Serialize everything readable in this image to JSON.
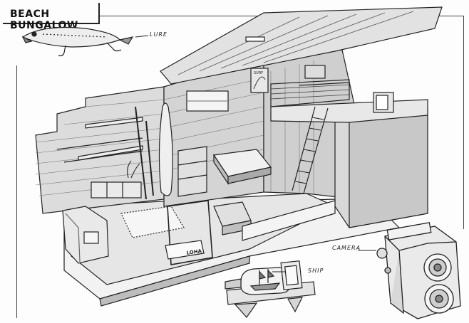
{
  "title": "BEACH BUNGALOW",
  "labels": {
    "lure": "LURE",
    "camera": "CAMERA",
    "ship": "SHIP"
  },
  "doormat_text": "LOHA",
  "poster_text": "SURF",
  "colors": {
    "ink": "#222222",
    "floor": "#e6e6e6",
    "wall": "#d4d4d4",
    "shadow": "#9a9a9a",
    "paper": "#fdfdfd"
  }
}
